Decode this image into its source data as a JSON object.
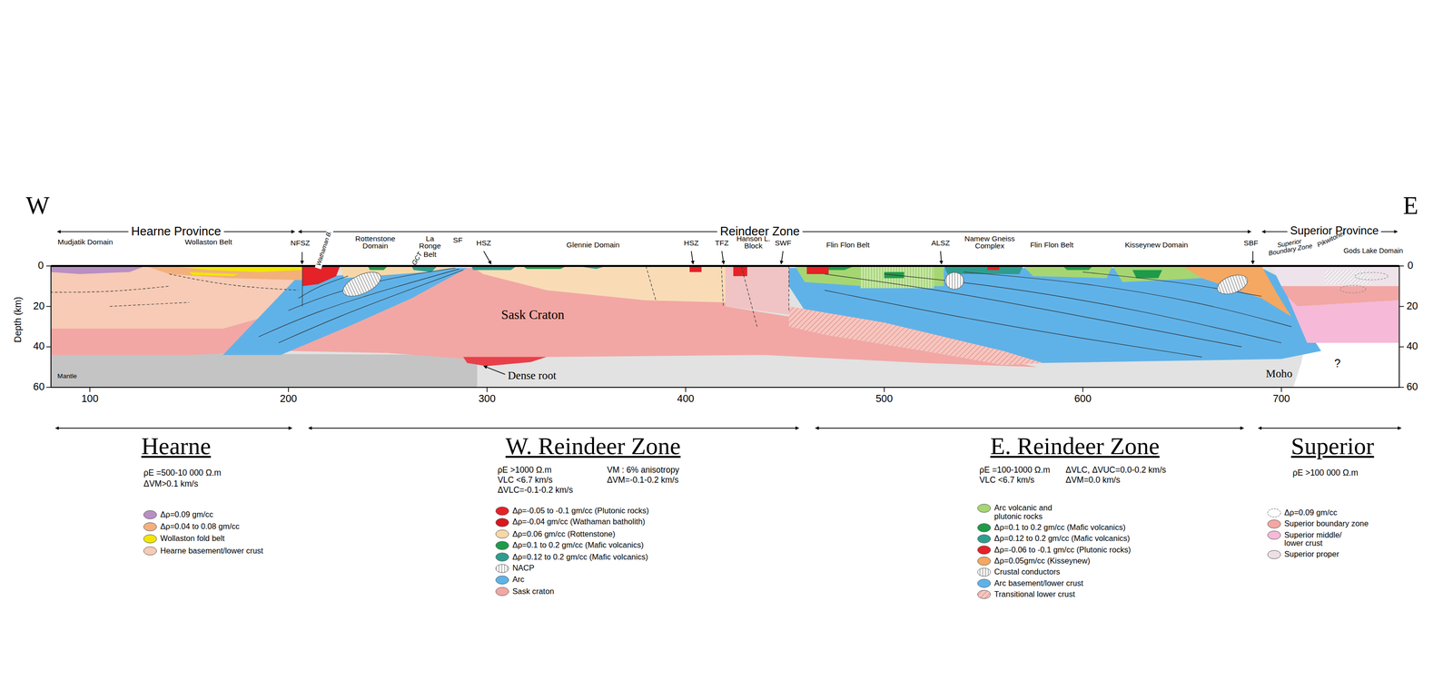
{
  "diagram": {
    "labels": [
      "W",
      "E",
      "Hearne Province",
      "Reindeer Zone",
      "Superior Province",
      "Mudjatik Domain",
      "Wollaston Belt",
      "NFSZ",
      "Wathaman B.",
      "Rottenstone Domain",
      "GCT",
      "La Ronge Belt",
      "SF",
      "HSZ",
      "Glennie Domain",
      "HSZ",
      "TFZ",
      "Hanson L. Block",
      "SWF",
      "Flin Flon Belt",
      "ALSZ",
      "Namew Gneiss Complex",
      "Flin Flon Belt",
      "Kisseynew Domain",
      "SBF",
      "Superior Boundary Zone",
      "Pikwitonei",
      "Gods Lake Domain",
      "Depth (km)",
      "0",
      "20",
      "40",
      "60",
      "0",
      "20",
      "40",
      "60",
      "100",
      "200",
      "300",
      "400",
      "500",
      "600",
      "700",
      "Sask Craton",
      "Dense root",
      "Mantle",
      "Moho",
      "?",
      "Hearne",
      "W. Reindeer Zone",
      "E. Reindeer Zone",
      "Superior",
      "ρE =500-10 000 Ω.m",
      "ΔVM>0.1 km/s",
      "ρE >1000 Ω.m",
      "VLC <6.7 km/s",
      "ΔVLC=-0.1-0.2 km/s",
      "VM : 6% anisotropy",
      "ΔVM=-0.1-0.2 km/s",
      "ρE =100-1000 Ω.m",
      "VLC <6.7 km/s",
      "ΔVLC, ΔVUC=0.0-0.2 km/s",
      "ΔVM=0.0 km/s",
      "ρE >100 000 Ω.m"
    ],
    "legend": [
      {
        "text": "Δρ=0.09 gm/cc",
        "color": "#b98fc3"
      },
      {
        "text": "Δρ=0.04 to 0.08 gm/cc",
        "color": "#f3b07b"
      },
      {
        "text": "Wollaston fold belt",
        "color": "#f2e600"
      },
      {
        "text": "Hearne basement/lower crust",
        "color": "#f7cbb5"
      },
      {
        "text": "Δρ=-0.05 to -0.1 gm/cc (Plutonic rocks)",
        "color": "#e42227"
      },
      {
        "text": "Δρ=-0.04 gm/cc (Wathaman batholith)",
        "color": "#d8181e"
      },
      {
        "text": "Δρ=0.06 gm/cc (Rottenstone)",
        "color": "#f7d7a8"
      },
      {
        "text": "Δρ=0.1 to 0.2 gm/cc (Mafic volcanics)",
        "color": "#1f9a4a"
      },
      {
        "text": "Δρ=0.12 to 0.2 gm/cc (Mafic volcanics)",
        "color": "#2e9d8d"
      },
      {
        "text": "NACP"
      },
      {
        "text": "Arc",
        "color": "#5fb2e8"
      },
      {
        "text": "Sask craton",
        "color": "#f2a7a4"
      },
      {
        "text": "Arc volcanic and plutonic rocks",
        "color": "#a6d672"
      },
      {
        "text": "Δρ=0.1 to 0.2 gm/cc (Mafic volcanics)",
        "color": "#1f9a4a"
      },
      {
        "text": "Δρ=0.12 to 0.2 gm/cc (Mafic volcanics)",
        "color": "#2e9d8d"
      },
      {
        "text": "Δρ=-0.06 to -0.1 gm/cc (Plutonic rocks)",
        "color": "#e42227"
      },
      {
        "text": "Δρ=0.05gm/cc (Kisseynew)",
        "color": "#f4a862"
      },
      {
        "text": "Crustal conductors"
      },
      {
        "text": "Arc basement/lower crust",
        "color": "#5fb2e8"
      },
      {
        "text": "Transitional lower crust"
      },
      {
        "text": "Δρ=0.09 gm/cc"
      },
      {
        "text": "Superior boundary zone",
        "color": "#f2a7a4"
      },
      {
        "text": "Superior middle/ lower crust",
        "color": "#f6b9d8"
      },
      {
        "text": "Superior proper",
        "color": "#ece0e6"
      }
    ]
  }
}
